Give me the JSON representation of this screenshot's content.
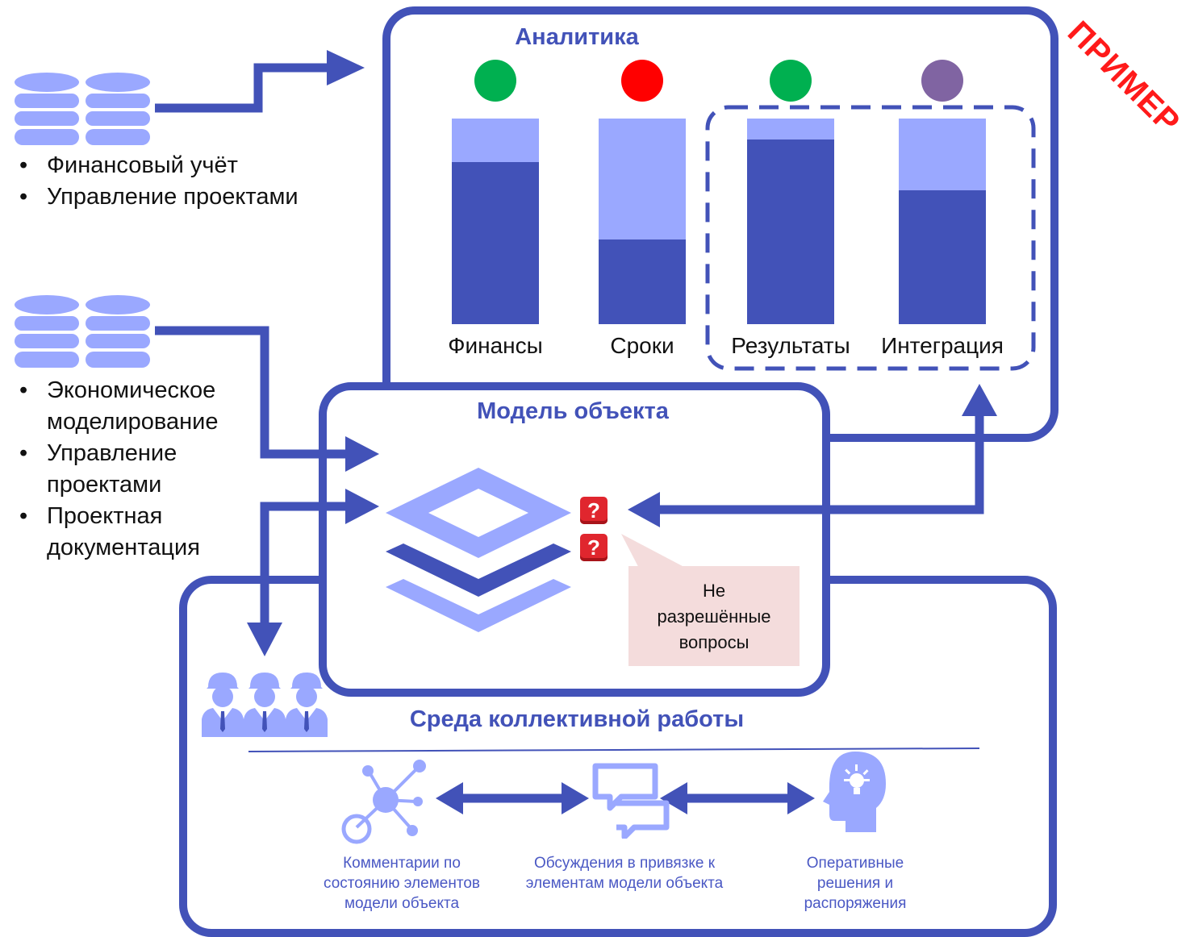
{
  "stamp": "ПРИМЕР",
  "sources": {
    "group1": [
      "Финансовый учёт",
      "Управление проектами"
    ],
    "group2": [
      "Экономическое моделирование",
      "Управление проектами",
      "Проектная документация"
    ]
  },
  "analytics": {
    "title": "Аналитика",
    "metrics": [
      {
        "label": "Финансы",
        "status_color": "#00b050",
        "level": 0.79
      },
      {
        "label": "Сроки",
        "status_color": "#ff0000",
        "level": 0.41
      },
      {
        "label": "Результаты",
        "status_color": "#00b050",
        "level": 0.9
      },
      {
        "label": "Интеграция",
        "status_color": "#8064a2",
        "level": 0.65
      }
    ]
  },
  "model": {
    "title": "Модель объекта",
    "callout": "Не разрешённые вопросы",
    "badge": "?"
  },
  "collab": {
    "title": "Среда коллективной работы",
    "items": [
      {
        "icon": "network-nodes-icon",
        "caption": "Комментарии по состоянию элементов модели объекта"
      },
      {
        "icon": "chat-bubbles-icon",
        "caption": "Обсуждения в привязке к элементам модели объекта"
      },
      {
        "icon": "head-lightbulb-icon",
        "caption": "Оперативные решения и распоряжения"
      }
    ]
  },
  "colors": {
    "primary": "#4252b8",
    "light": "#9aa8ff",
    "callout_bg": "#f4dcdc",
    "stamp": "#ff1a1a"
  }
}
